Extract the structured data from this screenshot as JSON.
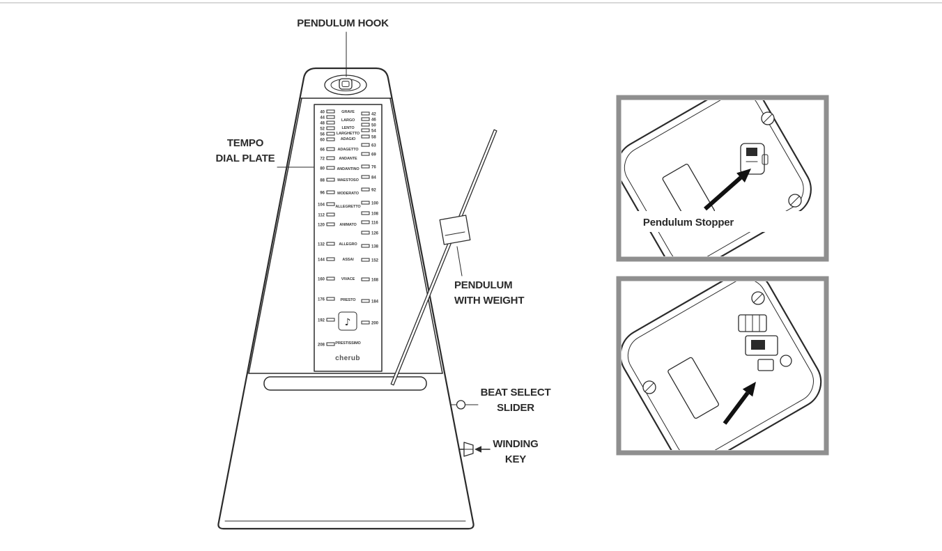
{
  "colors": {
    "line": "#2b2b2b",
    "inset_border": "#8f8f8f",
    "arrow": "#111111",
    "page_rule": "#d8d8d8"
  },
  "labels": {
    "pendulum_hook": "PENDULUM HOOK",
    "tempo_dial_plate": [
      "TEMPO",
      "DIAL PLATE"
    ],
    "pendulum_with_weight": [
      "PENDULUM",
      "WITH WEIGHT"
    ],
    "beat_select_slider": [
      "BEAT SELECT",
      "SLIDER"
    ],
    "winding_key": [
      "WINDING",
      "KEY"
    ],
    "pendulum_stopper": "Pendulum Stopper"
  },
  "dial": {
    "left_numbers": [
      "40",
      "44",
      "48",
      "52",
      "56",
      "60",
      "66",
      "72",
      "80",
      "88",
      "96",
      "104",
      "112",
      "120",
      "132",
      "144",
      "160",
      "176",
      "192",
      "208"
    ],
    "right_numbers": [
      "42",
      "46",
      "50",
      "54",
      "58",
      "63",
      "69",
      "76",
      "84",
      "92",
      "100",
      "108",
      "116",
      "126",
      "138",
      "152",
      "168",
      "184",
      "200"
    ],
    "tempo_terms": [
      "GRAVE",
      "LARGO",
      "LENTO",
      "LARGHETTO",
      "ADAGIO",
      "ADAGETTO",
      "ANDANTE",
      "ANDANTINO",
      "MAESTOSO",
      "MODERATO",
      "ALLEGRETTO",
      "ANIMATO",
      "ALLEGRO",
      "ASSAI",
      "VIVACE",
      "PRESTO",
      "PRESTISSIMO"
    ],
    "note_icon_glyph": "♪",
    "brand": "cherub"
  }
}
